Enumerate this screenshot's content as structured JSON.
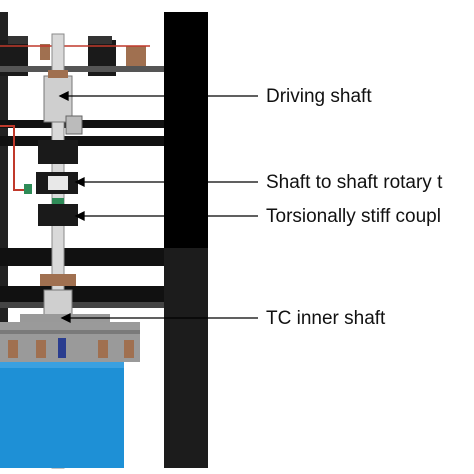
{
  "diagram": {
    "labels": [
      {
        "id": "driving-shaft",
        "text": "Driving shaft"
      },
      {
        "id": "rotary-joint",
        "text": "Shaft to shaft rotary t"
      },
      {
        "id": "coupling",
        "text": "Torsionally stiff coupl"
      },
      {
        "id": "tc-inner-shaft",
        "text": "TC inner shaft"
      }
    ],
    "colors": {
      "frame": "#000000",
      "frame_dark": "#1c1c1c",
      "shaft": "#d9d9d9",
      "shaft_edge": "#8a8a8a",
      "bronze": "#a07050",
      "red_wire": "#c0392b",
      "green": "#2e8b57",
      "blue_tank": "#1e90d6",
      "blue_tank_top": "#3aa0e0",
      "gray_plate": "#9a9a9a",
      "motor": "#1a1a1a"
    }
  }
}
